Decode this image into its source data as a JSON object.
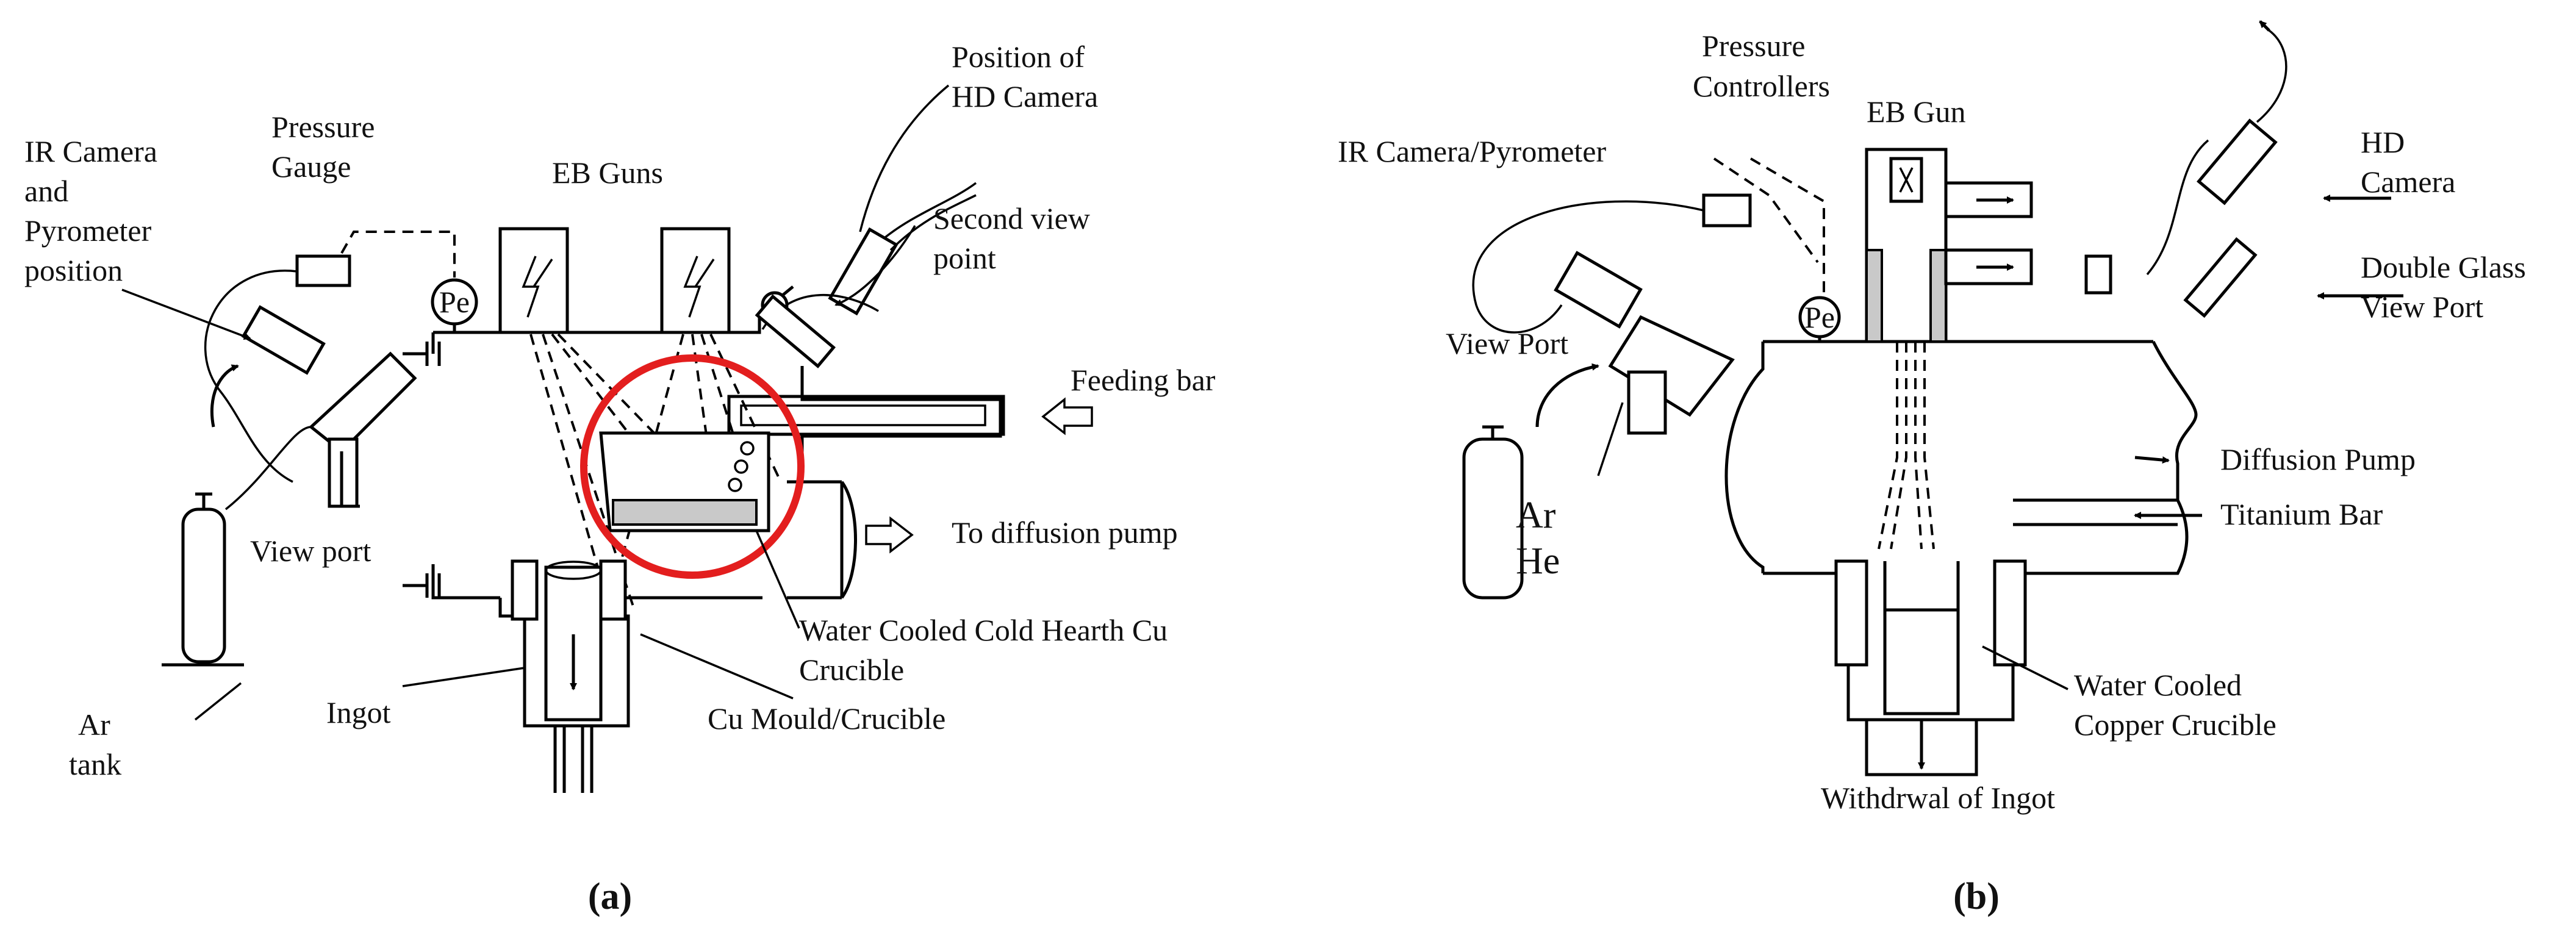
{
  "colors": {
    "ink": "#000000",
    "highlight": "#e31e1e",
    "background": "#ffffff"
  },
  "panel_a": {
    "caption": "(a)",
    "labels": {
      "ir_camera": [
        "IR Camera",
        "and",
        "Pyrometer",
        "position"
      ],
      "pressure_gauge": [
        "Pressure",
        "Gauge"
      ],
      "eb_guns": "EB Guns",
      "hd_camera": [
        "Position of",
        "HD Camera"
      ],
      "second_view": [
        "Second view",
        "point"
      ],
      "feeding_bar": "Feeding bar",
      "diffusion_pump": "To diffusion pump",
      "view_port": "View port",
      "hearth": [
        "Water Cooled Cold Hearth Cu",
        "Crucible"
      ],
      "mould": "Cu Mould/Crucible",
      "ingot": "Ingot",
      "ar_tank": [
        "Ar",
        "tank"
      ],
      "gauge_symbol": "Pe"
    }
  },
  "panel_b": {
    "caption": "(b)",
    "labels": {
      "ir_camera": "IR Camera/Pyrometer",
      "pressure_controllers": [
        "Pressure",
        "Controllers"
      ],
      "eb_gun": "EB Gun",
      "hd_camera": [
        "HD",
        "Camera"
      ],
      "double_glass": [
        "Double Glass",
        "View Port"
      ],
      "view_port": "View Port",
      "diffusion_pump": "Diffusion Pump",
      "titanium_bar": "Titanium Bar",
      "gas": [
        "Ar",
        "He"
      ],
      "crucible": [
        "Water Cooled",
        "Copper Crucible"
      ],
      "withdrawal": "Withdrwal of Ingot",
      "gauge_symbol": "Pe"
    }
  }
}
